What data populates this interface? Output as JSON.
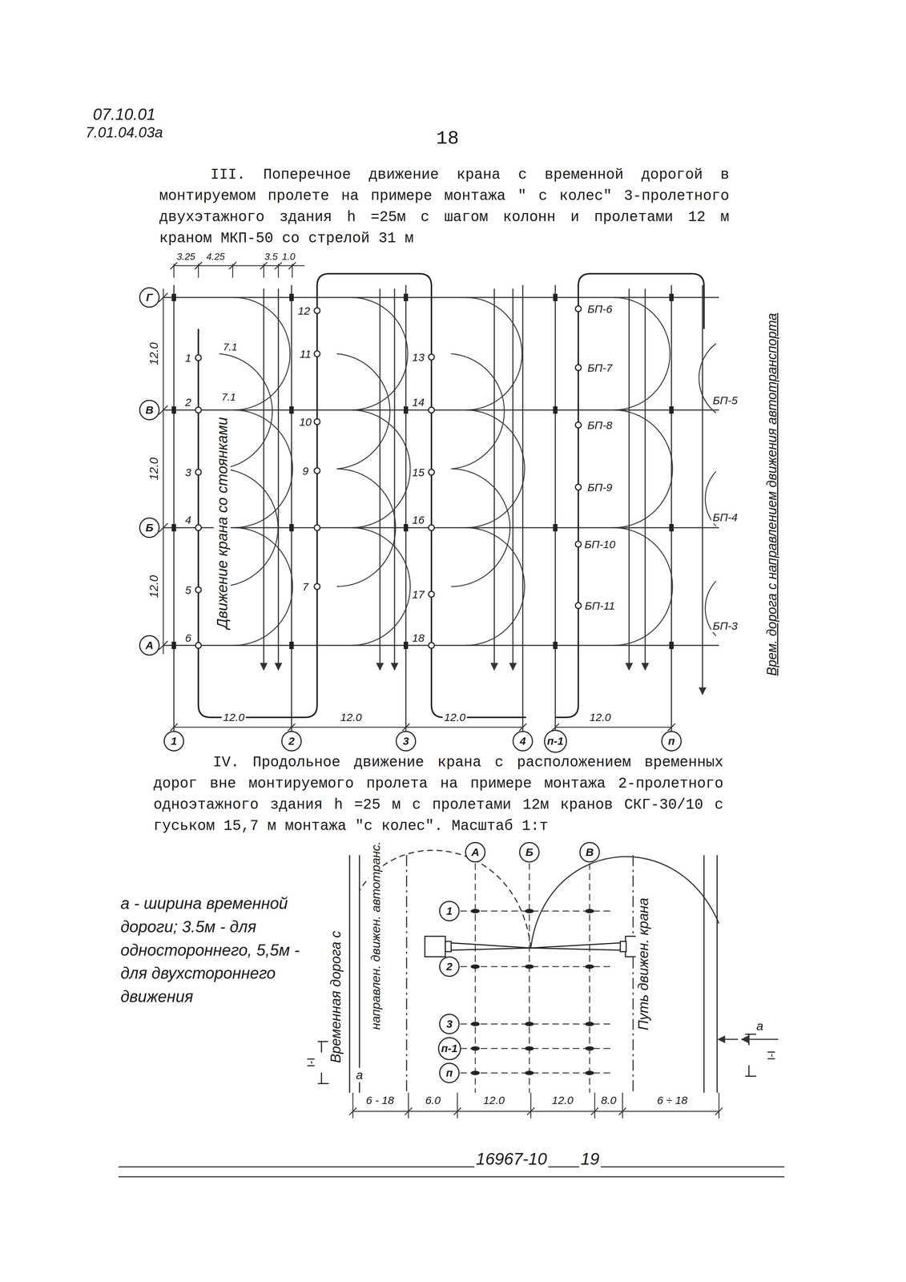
{
  "diagram": {
    "nodes": [
      {
        "text": [
          "Г"
        ]
      },
      {
        "text": [
          "В"
        ]
      },
      {
        "text": [
          "Б"
        ]
      },
      {
        "text": [
          "А"
        ]
      },
      {
        "text": [
          "1"
        ]
      },
      {
        "text": [
          "2"
        ]
      },
      {
        "text": [
          "3"
        ]
      },
      {
        "text": [
          "4"
        ]
      },
      {
        "text": [
          "п-1"
        ]
      },
      {
        "text": [
          "п"
        ]
      },
      {
        "text": [
          "А"
        ]
      },
      {
        "text": [
          "Б"
        ]
      },
      {
        "text": [
          "В"
        ]
      },
      {
        "text": [
          "1"
        ]
      },
      {
        "text": [
          "2"
        ]
      },
      {
        "text": [
          "3"
        ]
      },
      {
        "text": [
          "п-1"
        ]
      },
      {
        "text": [
          "п"
        ]
      }
    ],
    "labels": [
      "07.10.01",
      "7.01.04.03а",
      "18",
      "III. Поперечное движение крана с временной дорогой в монтируемом пролете на примере монтажа \" с колес\" 3-пролетного двухэтажного здания h =25м с шагом колонн и пролетами 12 м краном МКП-50 со стрелой 31 м",
      "3.25",
      "4.25",
      "3.5",
      "1.0",
      "12.0",
      "7.1",
      "1",
      "12",
      "БП-6",
      "11",
      "13",
      "БП-7",
      "7.1",
      "2",
      "10",
      "14",
      "БП-8",
      "БП-5",
      "12.0",
      "Движение крана со стоянками",
      "3",
      "9",
      "15",
      "БП-9",
      "4",
      "16",
      "БП-10",
      "БП-4",
      "12.0",
      "5",
      "7",
      "17",
      "БП-11",
      "БП-3",
      "6",
      "18",
      "Врем. дорога с направлением движения автотранспорта",
      "12.0",
      "12.0",
      "12.0",
      "12.0",
      "IV. Продольное движение крана с расположением временных дорог вне монтируемого пролета на примере монтажа 2-пролетного одноэтажного здания h =25 м с пролетами 12м кранов СКГ-30/10 с гуськом 15,7 м монтажа \"с колес\". Масштаб 1:т",
      "а - ширина временной дороги; 3.5м - для одностороннего, 5,5м - для двухстороннего движения",
      "Временная дорога с",
      "направлен. движен. автотранс.",
      "Путь движен. крана",
      "I-I",
      "а",
      "a",
      "I-I",
      "6 - 18",
      "6.0",
      "12.0",
      "12.0",
      "8.0",
      "6 ÷ 18",
      "16967-10",
      "19"
    ]
  }
}
